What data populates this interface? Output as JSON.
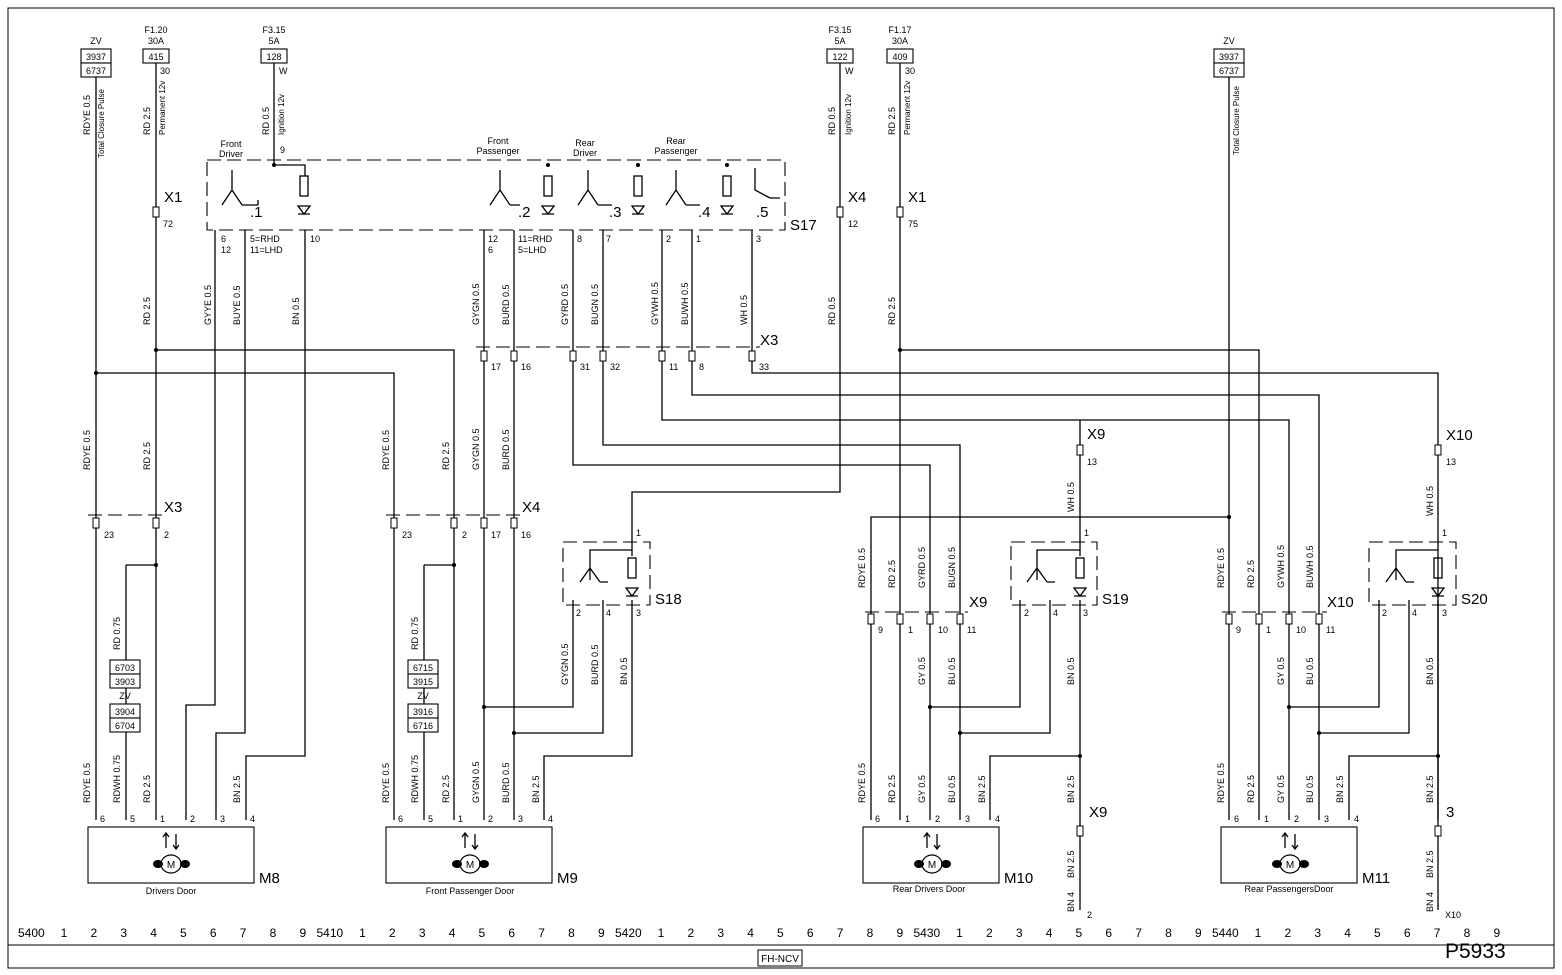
{
  "diagram": {
    "code": "P5933",
    "footer": "FH-NCV",
    "ruler": {
      "sections": [
        "5400",
        "5410",
        "5420",
        "5430",
        "5440"
      ],
      "digits": [
        "1",
        "2",
        "3",
        "4",
        "5",
        "6",
        "7",
        "8",
        "9"
      ]
    },
    "supplies": [
      {
        "id": "zv-left",
        "lines": [
          "ZV",
          "3937",
          "6737"
        ],
        "wire": "RDYE 0.5",
        "desc": "Total Closure Pulse"
      },
      {
        "id": "f120",
        "lines": [
          "F1.20",
          "30A",
          "415",
          "30"
        ],
        "wire": "RD 2.5",
        "desc": "Permanent 12v"
      },
      {
        "id": "f315-left",
        "lines": [
          "F3.15",
          "5A",
          "128",
          "W"
        ],
        "wire": "RD 0.5",
        "desc": "Ignition 12v",
        "pin": "9"
      },
      {
        "id": "f315-right",
        "lines": [
          "F3.15",
          "5A",
          "122",
          "W"
        ],
        "wire": "RD 0.5",
        "desc": "Ignition 12v"
      },
      {
        "id": "f117",
        "lines": [
          "F1.17",
          "30A",
          "409",
          "30"
        ],
        "wire": "RD 2.5",
        "desc": "Permanent 12v"
      },
      {
        "id": "zv-right",
        "lines": [
          "ZV",
          "3937",
          "6737"
        ],
        "wire": "",
        "desc": "Total Closure Pulse"
      }
    ],
    "switch_s17": {
      "name": "S17",
      "positions": [
        {
          "label": "Front\nDriver",
          "pos": ".1"
        },
        {
          "label": "Front\nPassenger",
          "pos": ".2"
        },
        {
          "label": "Rear\nDriver",
          "pos": ".3"
        },
        {
          "label": "Rear\nPassenger",
          "pos": ".4"
        },
        {
          "label": "",
          "pos": ".5"
        }
      ],
      "pins": [
        "6",
        "12",
        "5=RHD",
        "11=LHD",
        "10",
        "12",
        "6",
        "11=RHD",
        "5=LHD",
        "8",
        "7",
        "2",
        "1",
        "3"
      ]
    },
    "connectors": [
      "X1",
      "72",
      "X4",
      "12",
      "X1",
      "75",
      "X3",
      "17",
      "16",
      "31",
      "32",
      "11",
      "8",
      "33",
      "X9",
      "13",
      "X10",
      "13",
      "X3",
      "23",
      "2",
      "X4",
      "23",
      "2",
      "17",
      "16",
      "X9",
      "9",
      "1",
      "10",
      "11",
      "X10",
      "9",
      "1",
      "10",
      "11",
      "X9",
      "2",
      "3",
      "X10",
      "2",
      "3"
    ],
    "wires": [
      "RD 2.5",
      "GYYE 0.5",
      "BUYE 0.5",
      "BN 0.5",
      "GYGN 0.5",
      "BURD 0.5",
      "GYRD 0.5",
      "BUGN 0.5",
      "GYWH 0.5",
      "BUWH 0.5",
      "WH 0.5",
      "RD 0.5",
      "RD 2.5",
      "RDYE 0.5",
      "RD 2.5",
      "RDYE 0.5",
      "RD 2.5",
      "GYGN 0.5",
      "BURD 0.5",
      "RD 0.75",
      "RD 0.75",
      "GYGN 0.5",
      "BURD 0.5",
      "BN 0.5",
      "WH 0.5",
      "WH 0.5",
      "RDYE 0.5",
      "RD 2.5",
      "GYRD 0.5",
      "BUGN 0.5",
      "RDYE 0.5",
      "RD 2.5",
      "GYWH 0.5",
      "BUWH 0.5",
      "GY 0.5",
      "BU 0.5",
      "BN 0.5",
      "GY 0.5",
      "BU 0.5",
      "BN 0.5",
      "RDYE 0.5",
      "RDWH 0.75",
      "RD 2.5",
      "BN 2.5",
      "RDYE 0.5",
      "RDWH 0.75",
      "RD 2.5",
      "GYGN 0.5",
      "BURD 0.5",
      "BN 2.5",
      "RDYE 0.5",
      "RD 2.5",
      "GY 0.5",
      "BU 0.5",
      "BN 2.5",
      "RDYE 0.5",
      "RD 2.5",
      "GY 0.5",
      "BU 0.5",
      "BN 2.5",
      "BN 2.5",
      "BN 2.5",
      "BN 2.5",
      "BN 2.5",
      "BN 4",
      "BN 4",
      "GYGN 0.5",
      "BURD 0.5",
      "BN 0.5",
      "GY 0.5",
      "BU 0.5",
      "GY 0.5",
      "BU 0.5",
      "GY 0.5",
      "BU 0.5",
      "GY 0.5",
      "BU 0.5"
    ],
    "splices": [
      {
        "id": "m8-splice",
        "lines": [
          "6703",
          "3903",
          "ZV",
          "3904",
          "6704"
        ]
      },
      {
        "id": "m9-splice",
        "lines": [
          "6715",
          "3915",
          "ZV",
          "3916",
          "6716"
        ]
      }
    ],
    "switches": [
      {
        "name": "S18",
        "pins": [
          "1",
          "2",
          "4",
          "3"
        ]
      },
      {
        "name": "S19",
        "pins": [
          "1",
          "2",
          "4",
          "3"
        ]
      },
      {
        "name": "S20",
        "pins": [
          "1",
          "2",
          "4",
          "3"
        ]
      }
    ],
    "motors": [
      {
        "name": "M8",
        "desc": "Drivers Door",
        "pins": [
          "6",
          "5",
          "1",
          "2",
          "3",
          "4"
        ]
      },
      {
        "name": "M9",
        "desc": "Front Passenger Door",
        "pins": [
          "6",
          "5",
          "1",
          "2",
          "3",
          "4"
        ]
      },
      {
        "name": "M10",
        "desc": "Rear Drivers Door",
        "pins": [
          "6",
          "1",
          "2",
          "3",
          "4"
        ]
      },
      {
        "name": "M11",
        "desc": "Rear PassengersDoor",
        "pins": [
          "6",
          "1",
          "2",
          "3",
          "4"
        ]
      }
    ],
    "motor_symbol": "M"
  }
}
